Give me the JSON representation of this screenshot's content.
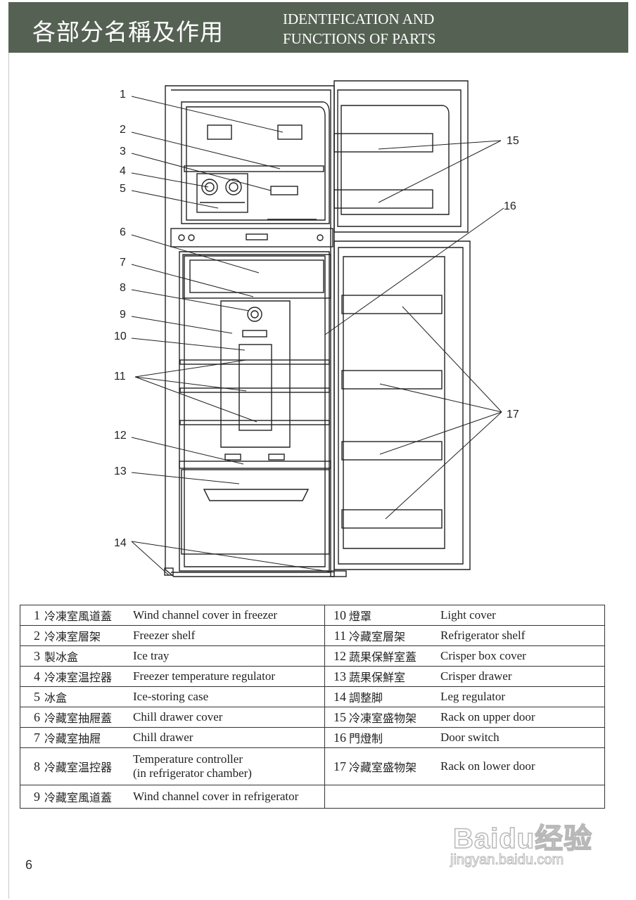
{
  "header": {
    "title_cn": "各部分名稱及作用",
    "title_en_line1": "IDENTIFICATION AND",
    "title_en_line2": "FUNCTIONS OF PARTS"
  },
  "diagram": {
    "callouts": [
      "1",
      "2",
      "3",
      "4",
      "5",
      "6",
      "7",
      "8",
      "9",
      "10",
      "11",
      "12",
      "13",
      "14",
      "15",
      "16",
      "17"
    ]
  },
  "parts_table": {
    "left": [
      {
        "num": "1",
        "cn": "冷凍室風道蓋",
        "en": "Wind channel  cover in freezer"
      },
      {
        "num": "2",
        "cn": "冷凍室層架",
        "en": "Freezer shelf"
      },
      {
        "num": "3",
        "cn": "製冰盒",
        "en": "Ice tray"
      },
      {
        "num": "4",
        "cn": "冷凍室温控器",
        "en": "Freezer  temperature  regulator"
      },
      {
        "num": "5",
        "cn": "冰盒",
        "en": "Ice-storing case"
      },
      {
        "num": "6",
        "cn": "冷藏室抽屜蓋",
        "en": "Chill drawer cover"
      },
      {
        "num": "7",
        "cn": "冷藏室抽屜",
        "en": "Chill drawer"
      },
      {
        "num": "8",
        "cn": "冷藏室温控器",
        "en": "Temperature controller",
        "en2": "(in refrigerator chamber)"
      },
      {
        "num": "9",
        "cn": "冷藏室風道蓋",
        "en": "Wind channel cover in refrigerator"
      }
    ],
    "right": [
      {
        "num": "10",
        "cn": "燈罩",
        "en": "Light cover"
      },
      {
        "num": "11",
        "cn": "冷藏室層架",
        "en": "Refrigerator shelf"
      },
      {
        "num": "12",
        "cn": "蔬果保鮮室蓋",
        "en": "Crisper box cover"
      },
      {
        "num": "13",
        "cn": "蔬果保鮮室",
        "en": "Crisper drawer"
      },
      {
        "num": "14",
        "cn": "調整脚",
        "en": "Leg regulator"
      },
      {
        "num": "15",
        "cn": "冷凍室盛物架",
        "en": "Rack on upper door"
      },
      {
        "num": "16",
        "cn": "門燈制",
        "en": "Door switch"
      },
      {
        "num": "17",
        "cn": "冷藏室盛物架",
        "en": "Rack on lower door"
      }
    ]
  },
  "page_number": "6",
  "watermark": {
    "logo": "Baidu经验",
    "url": "jingyan.baidu.com"
  }
}
